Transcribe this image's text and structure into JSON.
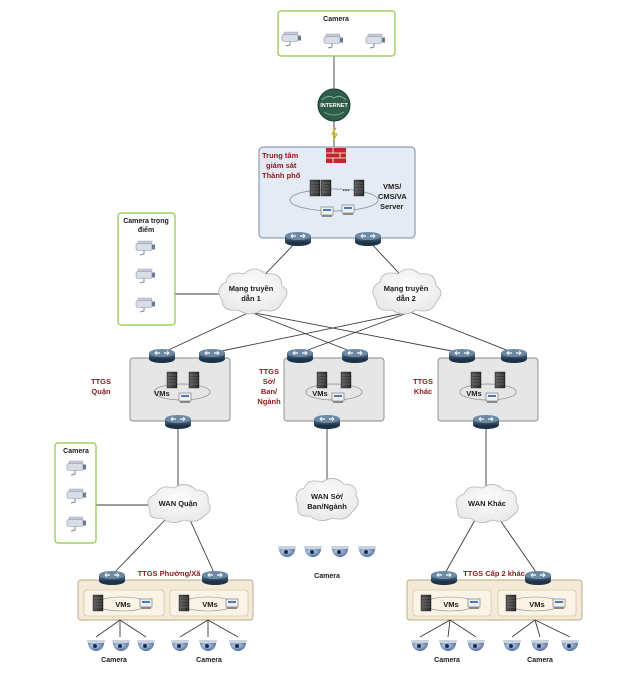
{
  "top_camera": {
    "label": "Camera"
  },
  "internet": {
    "label": "INTERNET"
  },
  "city_center": {
    "title_lines": [
      "Trung tâm",
      "giám sát",
      "Thành phố"
    ],
    "server_lines": [
      "VMS/",
      "CMS/VA",
      "Server"
    ],
    "dots": "..."
  },
  "key_cameras": {
    "title_lines": [
      "Camera trọng",
      "điểm"
    ]
  },
  "network1": {
    "lines": [
      "Mạng truyền",
      "dẫn 1"
    ]
  },
  "network2": {
    "lines": [
      "Mạng truyền",
      "dẫn 2"
    ]
  },
  "ttgs_quan": {
    "lines": [
      "TTGS",
      "Quận"
    ],
    "vms": "VMs"
  },
  "ttgs_so": {
    "lines": [
      "TTGS",
      "Sở/",
      "Ban/",
      "Ngành"
    ],
    "vms": "VMs"
  },
  "ttgs_khac": {
    "lines": [
      "TTGS",
      "Khác"
    ],
    "vms": "VMs"
  },
  "district_cameras": {
    "label": "Camera"
  },
  "wan_quan": {
    "label": "WAN Quận"
  },
  "wan_so": {
    "lines": [
      "WAN Sở/",
      "Ban/Ngành"
    ]
  },
  "wan_khac": {
    "label": "WAN Khác"
  },
  "so_cameras": {
    "label": "Camera"
  },
  "ward": {
    "label": "TTGS Phường/Xã",
    "vms": "VMs"
  },
  "level2": {
    "label": "TTGS Cấp 2 khác",
    "vms": "VMs"
  },
  "bottom_camera_label": "Camera",
  "colors": {
    "green_border": "#8cc63f",
    "center_fill": "#e4ebf4",
    "center_border": "#7a8aa0",
    "ttgs_fill": "#e6e6e6",
    "ttgs_border": "#8a8a8a",
    "ward_fill": "#f5ead7",
    "ward_border": "#b9a88a",
    "label_red": "#8b1a1a",
    "router": "#3c5670",
    "firewall": "#c0272d",
    "internet": "#2f5d4a"
  }
}
